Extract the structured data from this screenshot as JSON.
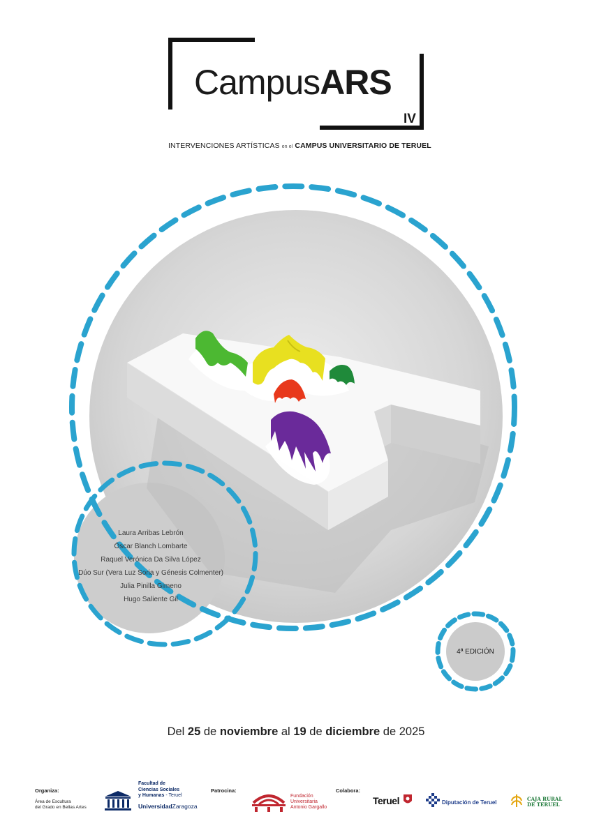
{
  "logo": {
    "word_light": "Campus",
    "word_bold": "ARS",
    "edition_numeral": "IV"
  },
  "subtitle": {
    "part1": "INTERVENCIONES ARTÍSTICAS",
    "connector": "en el",
    "part2": "CAMPUS UNIVERSITARIO DE TERUEL"
  },
  "artists": [
    "Laura Arribas Lebrón",
    "Óscar Blanch Lombarte",
    "Raquel Verónica Da Silva López",
    "Dúo Sur (Vera Luz Soria y Génesis Colmenter)",
    "Julia Pinilla Gimeno",
    "Hugo Saliente Gil"
  ],
  "edition_badge": "4ª EDICIÓN",
  "dates": {
    "prefix": "Del",
    "start_day": "25",
    "de1": "de",
    "start_month": "noviembre",
    "al": "al",
    "end_day": "19",
    "de2": "de",
    "end_month": "diciembre",
    "de3": "de",
    "year": "2025"
  },
  "footer": {
    "organiza_label": "Organiza:",
    "organiza_text1": "Área de Escultura",
    "organiza_text2": "del Grado en Bellas Artes",
    "facultad_line1": "Facultad de",
    "facultad_line2": "Ciencias Sociales",
    "facultad_line3": "y Humanas",
    "facultad_city": "- Teruel",
    "university_bold": "Universidad",
    "university_city": "Zaragoza",
    "patrocina_label": "Patrocina:",
    "fundacion_line1": "Fundación",
    "fundacion_line2": "Universitaria",
    "fundacion_line3": "Antonio Gargallo",
    "colabora_label": "Colabora:",
    "teruel_logo": "Teruel",
    "diputacion": "Diputación de Teruel",
    "caja_line1": "CAJA RURAL",
    "caja_line2": "DE TERUEL"
  },
  "colors": {
    "dash_blue": "#2aa3cf",
    "circle_gray": "#cccccc",
    "sculpture_green": "#4cb832",
    "sculpture_yellow": "#e8e020",
    "sculpture_dark_green": "#1f8a3a",
    "sculpture_red": "#e8391c",
    "sculpture_purple": "#6a2a9a"
  }
}
